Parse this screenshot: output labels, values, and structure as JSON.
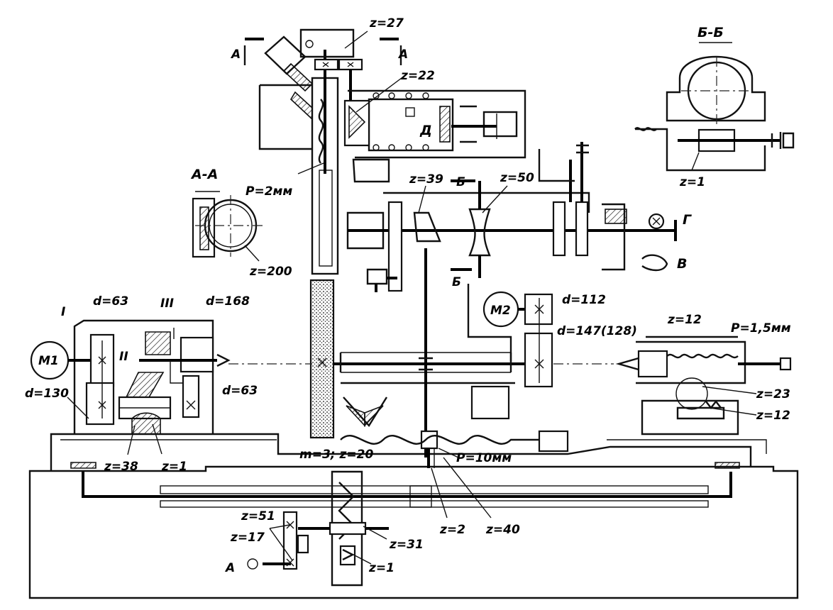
{
  "labels": {
    "z27": "z=27",
    "z22": "z=22",
    "section_a_top_left": "A",
    "section_a_top_right": "A",
    "section_bb_title": "Б-Б",
    "z1_bb": "z=1",
    "motor_d_label": "Д",
    "section_aa_title": "А-А",
    "p2": "Р=2мм",
    "z200": "z=200",
    "z39": "z=39",
    "z50": "z=50",
    "b_upper": "Б",
    "b_lower": "Б",
    "handle_g": "Г",
    "handle_v": "В",
    "m2": "М2",
    "d112": "d=112",
    "d147": "d=147(128)",
    "z12_top": "z=12",
    "p15": "Р=1,5мм",
    "z23": "z=23",
    "z12_bottom": "z=12",
    "m1": "М1",
    "shaft_i": "I",
    "shaft_ii": "II",
    "shaft_iii": "III",
    "d63_top": "d=63",
    "d168": "d=168",
    "d130": "d=130",
    "d63_bottom": "d=63",
    "z38": "z=38",
    "z1_left": "z=1",
    "m3z20": "m=3; z=20",
    "p10": "Р=10мм",
    "z2": "z=2",
    "z40": "z=40",
    "z51": "z=51",
    "z17": "z=17",
    "z31": "z=31",
    "z1_bottom": "z=1",
    "handle_a": "А"
  }
}
